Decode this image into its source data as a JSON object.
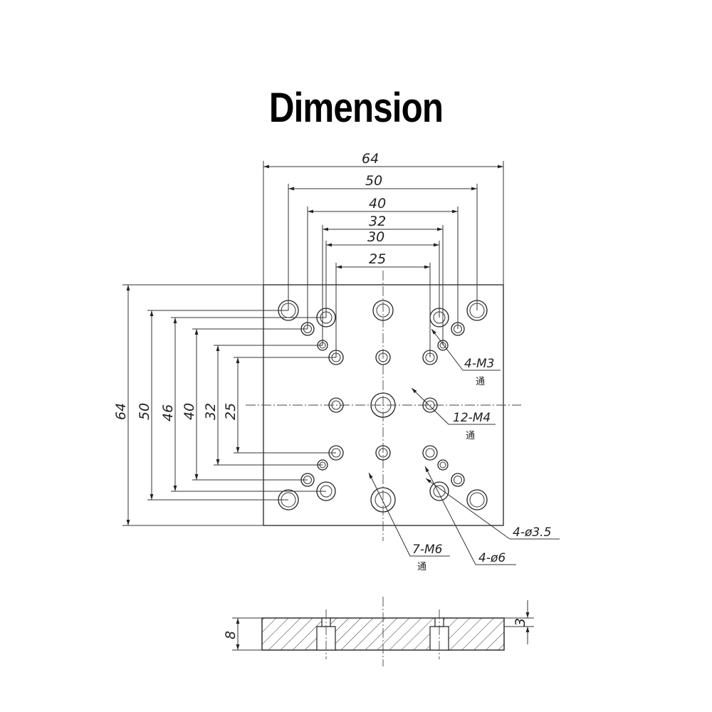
{
  "title": "Dimension",
  "top_view": {
    "horizontal_dims": [
      "64",
      "50",
      "40",
      "32",
      "30",
      "25"
    ],
    "vertical_dims": [
      "64",
      "50",
      "46",
      "40",
      "32",
      "25"
    ],
    "callouts": {
      "m3": {
        "label": "4-M3",
        "sub": "通"
      },
      "m4": {
        "label": "12-M4",
        "sub": "通"
      },
      "d35": {
        "label": "4-ø3.5"
      },
      "d6": {
        "label": "4-ø6"
      },
      "m6": {
        "label": "7-M6",
        "sub": "通"
      }
    }
  },
  "side_view": {
    "thickness": "8",
    "counterbore_depth": "3"
  }
}
